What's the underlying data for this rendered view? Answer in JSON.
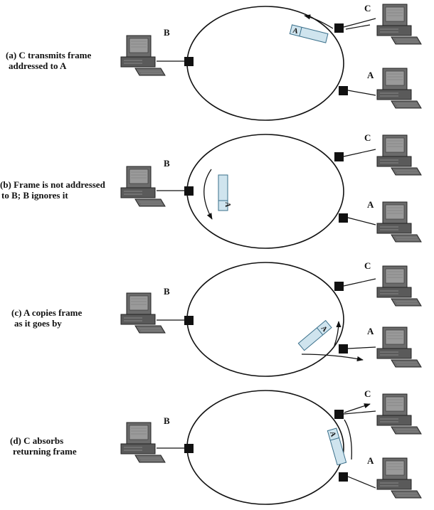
{
  "colors": {
    "frame_fill": "#cfe4ee",
    "frame_stroke": "#3a6f8a",
    "ring_stroke": "#111111",
    "repeater": "#111111",
    "computer": "#555555"
  },
  "icons": {
    "station": "computer-icon",
    "repeater": "repeater-square-icon",
    "frame": "frame-packet-icon",
    "arrow": "arrow-icon"
  },
  "panels": [
    {
      "caption_line1": "(a) C transmits frame",
      "caption_line2": "addressed to A",
      "label_b": "B",
      "label_c": "C",
      "label_a": "A",
      "frame_address": "A"
    },
    {
      "caption_line1": "(b) Frame is not addressed",
      "caption_line2": "to B; B ignores it",
      "label_b": "B",
      "label_c": "C",
      "label_a": "A",
      "frame_address": "A"
    },
    {
      "caption_line1": "(c) A copies frame",
      "caption_line2": "as it goes by",
      "label_b": "B",
      "label_c": "C",
      "label_a": "A",
      "frame_address": "A"
    },
    {
      "caption_line1": "(d) C absorbs",
      "caption_line2": "returning frame",
      "label_b": "B",
      "label_c": "C",
      "label_a": "A",
      "frame_address": "A"
    }
  ]
}
